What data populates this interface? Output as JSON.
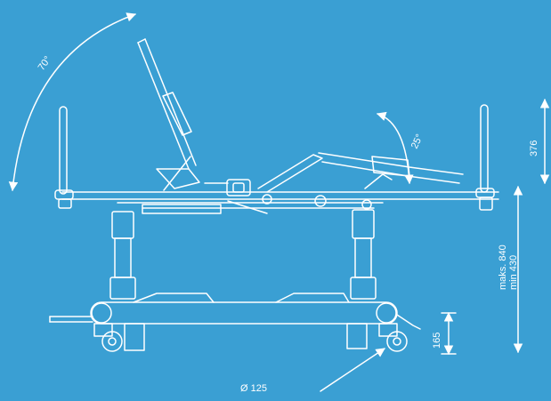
{
  "background_color": "#3a9fd3",
  "line_color": "#ffffff",
  "dimensions": {
    "backrest_angle": "70°",
    "legrest_angle": "25°",
    "rail_height": "376",
    "height_max": "maks. 840",
    "height_min": "min 430",
    "ground_clearance": "165",
    "wheel_diameter": "Ø 125"
  }
}
